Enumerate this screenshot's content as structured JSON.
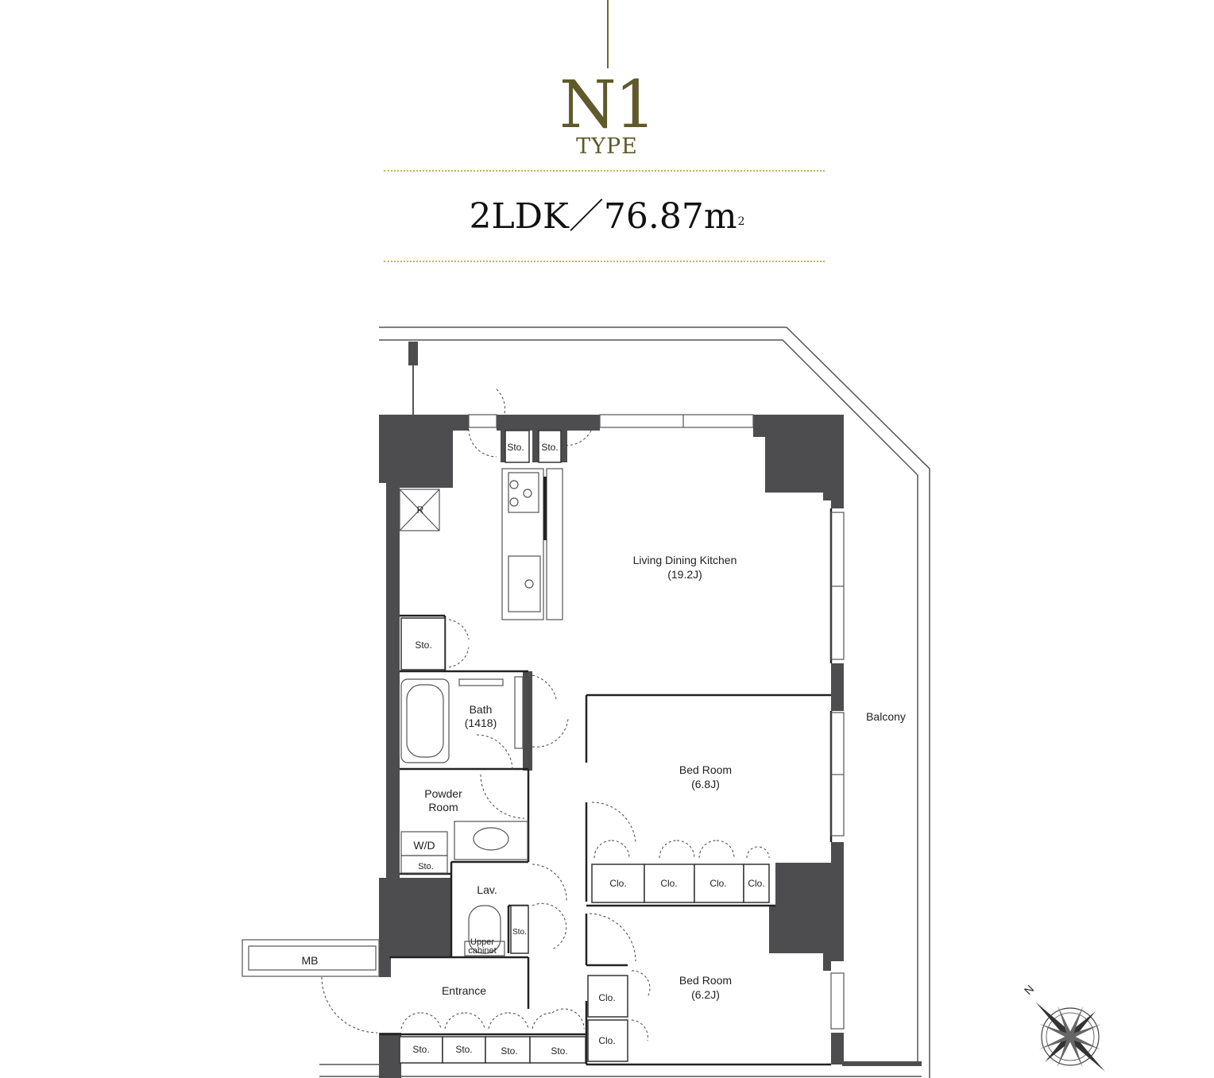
{
  "header": {
    "type_code": "N1",
    "type_word": "TYPE",
    "layout": "2LDK",
    "separator": "／",
    "area": "76.87",
    "area_unit": "m",
    "area_unit_sup": "2"
  },
  "rooms": {
    "ldk_name": "Living Dining Kitchen",
    "ldk_size": "(19.2J)",
    "bath_name": "Bath",
    "bath_size": "(1418)",
    "powder_line1": "Powder",
    "powder_line2": "Room",
    "wd": "W/D",
    "lav": "Lav.",
    "upper_line1": "Upper",
    "upper_line2": "cabinet",
    "bed1_name": "Bed Room",
    "bed1_size": "(6.8J)",
    "bed2_name": "Bed Room",
    "bed2_size": "(6.2J)",
    "entrance": "Entrance",
    "mb": "MB",
    "balcony": "Balcony",
    "fridge": "R"
  },
  "storage": {
    "sto": "Sto.",
    "clo": "Clo."
  },
  "compass": {
    "north": "N"
  },
  "colors": {
    "gold": "#5f5a2b",
    "dotted": "#c9b25a",
    "wall": "#4d4d4f"
  }
}
